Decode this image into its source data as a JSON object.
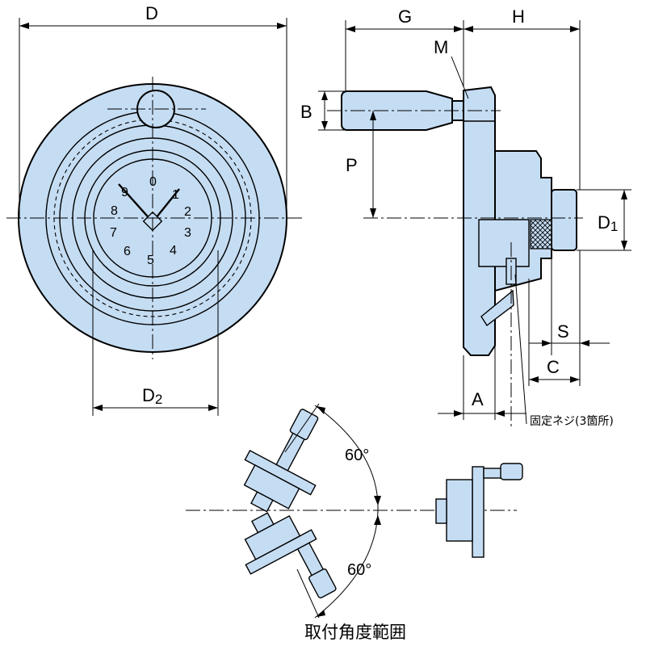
{
  "dimensions": {
    "D": "D",
    "D2": "D",
    "D2_sub": "2",
    "G": "G",
    "H": "H",
    "M": "M",
    "B": "B",
    "P": "P",
    "D1": "D",
    "D1_sub": "1",
    "S": "S",
    "C": "C",
    "A": "A"
  },
  "dial_numbers": [
    "0",
    "1",
    "2",
    "3",
    "4",
    "5",
    "6",
    "7",
    "8",
    "9"
  ],
  "note": "固定ネジ(3箇所)",
  "angles": {
    "upper": "60°",
    "lower": "60°"
  },
  "caption": "取付角度範囲",
  "colors": {
    "part_fill": "#c5ddf3",
    "line": "#000000"
  }
}
